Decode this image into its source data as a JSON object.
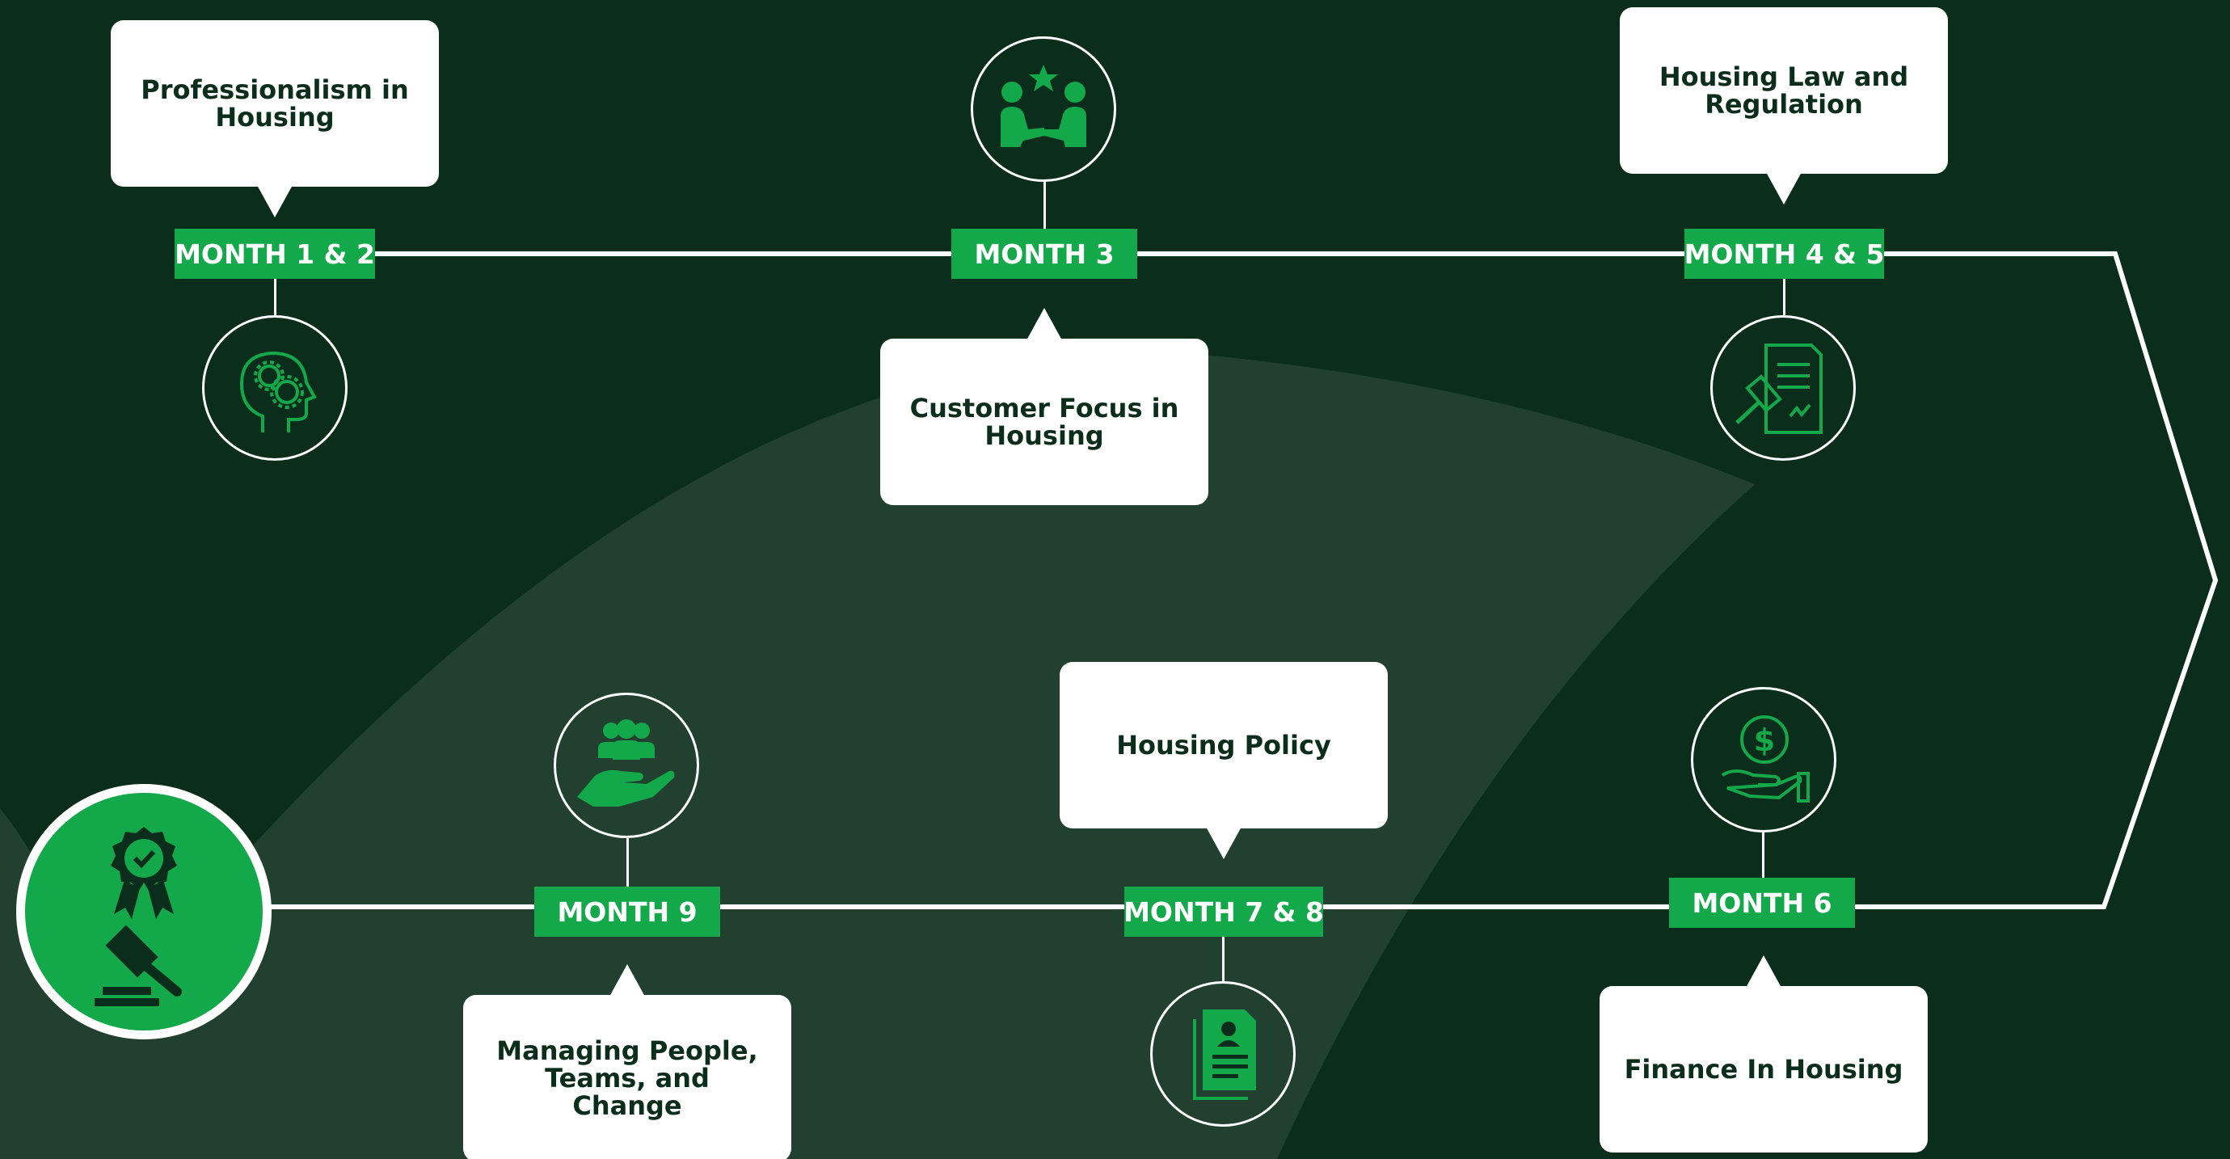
{
  "colors": {
    "background": "#0b2d1c",
    "arc": "#21402f",
    "accent": "#13a84a",
    "line": "#ffffff",
    "text": "#0b2d1c"
  },
  "start": {
    "icons": [
      "award-rosette-icon",
      "gavel-icon"
    ]
  },
  "milestones": [
    {
      "month": "MONTH 1 & 2",
      "course": "Professionalism in Housing",
      "icon": "head-gears-icon"
    },
    {
      "month": "MONTH 3",
      "course": "Customer Focus in Housing",
      "icon": "handshake-people-icon"
    },
    {
      "month": "MONTH 4 & 5",
      "course": "Housing Law and Regulation",
      "icon": "law-document-gavel-icon"
    },
    {
      "month": "MONTH 6",
      "course": "Finance In Housing",
      "icon": "hand-money-icon"
    },
    {
      "month": "MONTH 7 & 8",
      "course": "Housing Policy",
      "icon": "policy-document-icon"
    },
    {
      "month": "MONTH 9",
      "course": "Managing People, Teams, and Change",
      "icon": "hand-team-icon"
    }
  ]
}
